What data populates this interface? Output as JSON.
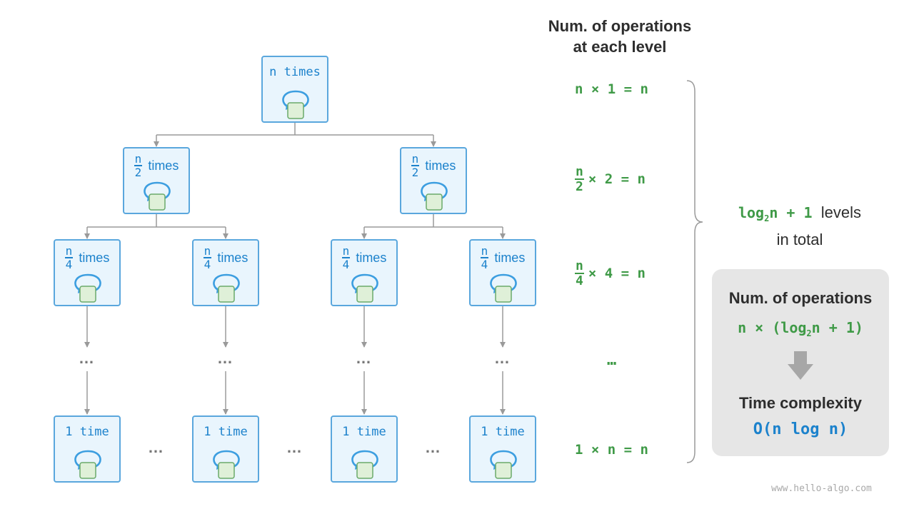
{
  "header": {
    "line1": "Num. of operations",
    "line2": "at each level"
  },
  "tree": {
    "root_label": "n times",
    "half": {
      "num": "n",
      "den": "2",
      "unit": "times"
    },
    "quarter": {
      "num": "n",
      "den": "4",
      "unit": "times"
    },
    "leaf_label": "1 time",
    "ellipsis": "…"
  },
  "levels": [
    {
      "text": "n × 1 = n"
    },
    {
      "num": "n",
      "den": "2",
      "rest": "× 2 = n"
    },
    {
      "num": "n",
      "den": "4",
      "rest": "× 4 = n"
    },
    {
      "text": "…"
    },
    {
      "text": "1 × n = n"
    }
  ],
  "level_count": {
    "expr_prefix": "log",
    "expr_sub": "2",
    "expr_suffix": "n + 1",
    "word1": "levels",
    "word2": "in total"
  },
  "summary": {
    "ops_title": "Num. of operations",
    "ops_prefix": "n × (log",
    "ops_sub": "2",
    "ops_suffix": "n + 1)",
    "time_title": "Time complexity",
    "time_value": "O(n log n)"
  },
  "watermark": "www.hello-algo.com",
  "colors": {
    "node_border": "#5aa7dd",
    "node_fill": "#e9f5fd",
    "node_text": "#1c82cc",
    "inner_fill": "#dff0d8",
    "inner_border": "#6aaa6a",
    "equation_green": "#3f9a47",
    "complexity_blue": "#1c82cc",
    "panel_gray": "#e6e6e6",
    "connector_gray": "#9a9a9a"
  }
}
